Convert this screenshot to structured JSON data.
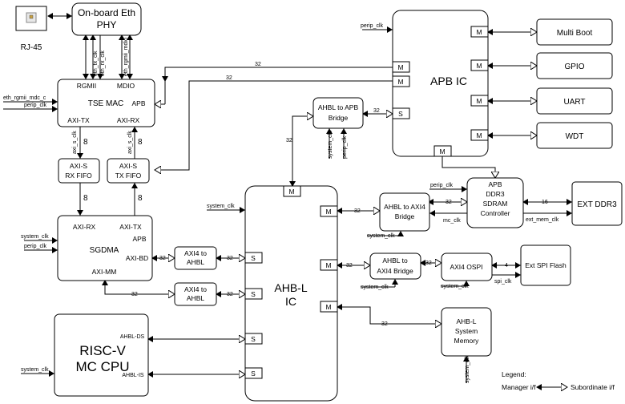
{
  "blocks": {
    "rj45": "RJ-45",
    "eth_phy": [
      "On-board Eth",
      "PHY"
    ],
    "tse_mac": "TSE MAC",
    "rx_fifo": [
      "AXI-S",
      "RX FIFO"
    ],
    "tx_fifo": [
      "AXI-S",
      "TX FIFO"
    ],
    "sgdma": "SGDMA",
    "axi4_ahbl_1": [
      "AXI4 to",
      "AHBL"
    ],
    "axi4_ahbl_2": [
      "AXI4 to",
      "AHBL"
    ],
    "riscv": [
      "RISC-V",
      "MC CPU"
    ],
    "ahbl_apb": [
      "AHBL to APB",
      "Bridge"
    ],
    "apb_ic": "APB IC",
    "multiboot": "Multi Boot",
    "gpio": "GPIO",
    "uart": "UART",
    "wdt": "WDT",
    "ddr3_ctrl": [
      "APB",
      "DDR3",
      "SDRAM",
      "Controller"
    ],
    "ext_ddr3": "EXT DDR3",
    "ahbl_axi4_1": [
      "AHBL to AXI4",
      "Bridge"
    ],
    "ahbl_axi4_2": [
      "AHBL to",
      "AXI4 Bridge"
    ],
    "axi4_ospi": "AXI4 OSPI",
    "ext_spi": "Ext SPI Flash",
    "ahbl_ic": [
      "AHB-L",
      "IC"
    ],
    "sys_mem": [
      "AHB-L",
      "System",
      "Memory"
    ]
  },
  "ports": {
    "m": "M",
    "s": "S",
    "rgmii": "RGMII",
    "mdio": "MDIO",
    "apb": "APB",
    "axi_tx": "AXI-TX",
    "axi_rx": "AXI-RX",
    "axi_bd": "AXI-BD",
    "axi_mm": "AXI-MM",
    "ahbl_ds": "AHBL-DS",
    "ahbl_is": "AHBL-IS"
  },
  "signals": {
    "eth_rgmii_mdc_c": "eth_rgmii_mdc_c",
    "perip_clk": "perip_clk",
    "system_clk": "system_clk",
    "mc_clk": "mc_clk",
    "ext_mem_clk": "ext_mem_clk",
    "spi_clk": "spi_clk",
    "eth_tx_clk": "eth_tx_clk",
    "eth_rx_clk": "eth_rx_clk",
    "eth_rgmii_mdio": "eth_rgmii_mdio",
    "rx_clk_fifo": "axi_s_clk",
    "tx_clk_fifo": "axi_s_clk"
  },
  "widths": {
    "w32": "32",
    "w16": "16",
    "w8": "8",
    "w4": "4"
  },
  "legend": {
    "title": "Legend:",
    "manager": "Manager i/f",
    "subordinate": "Subordinate i/f"
  }
}
